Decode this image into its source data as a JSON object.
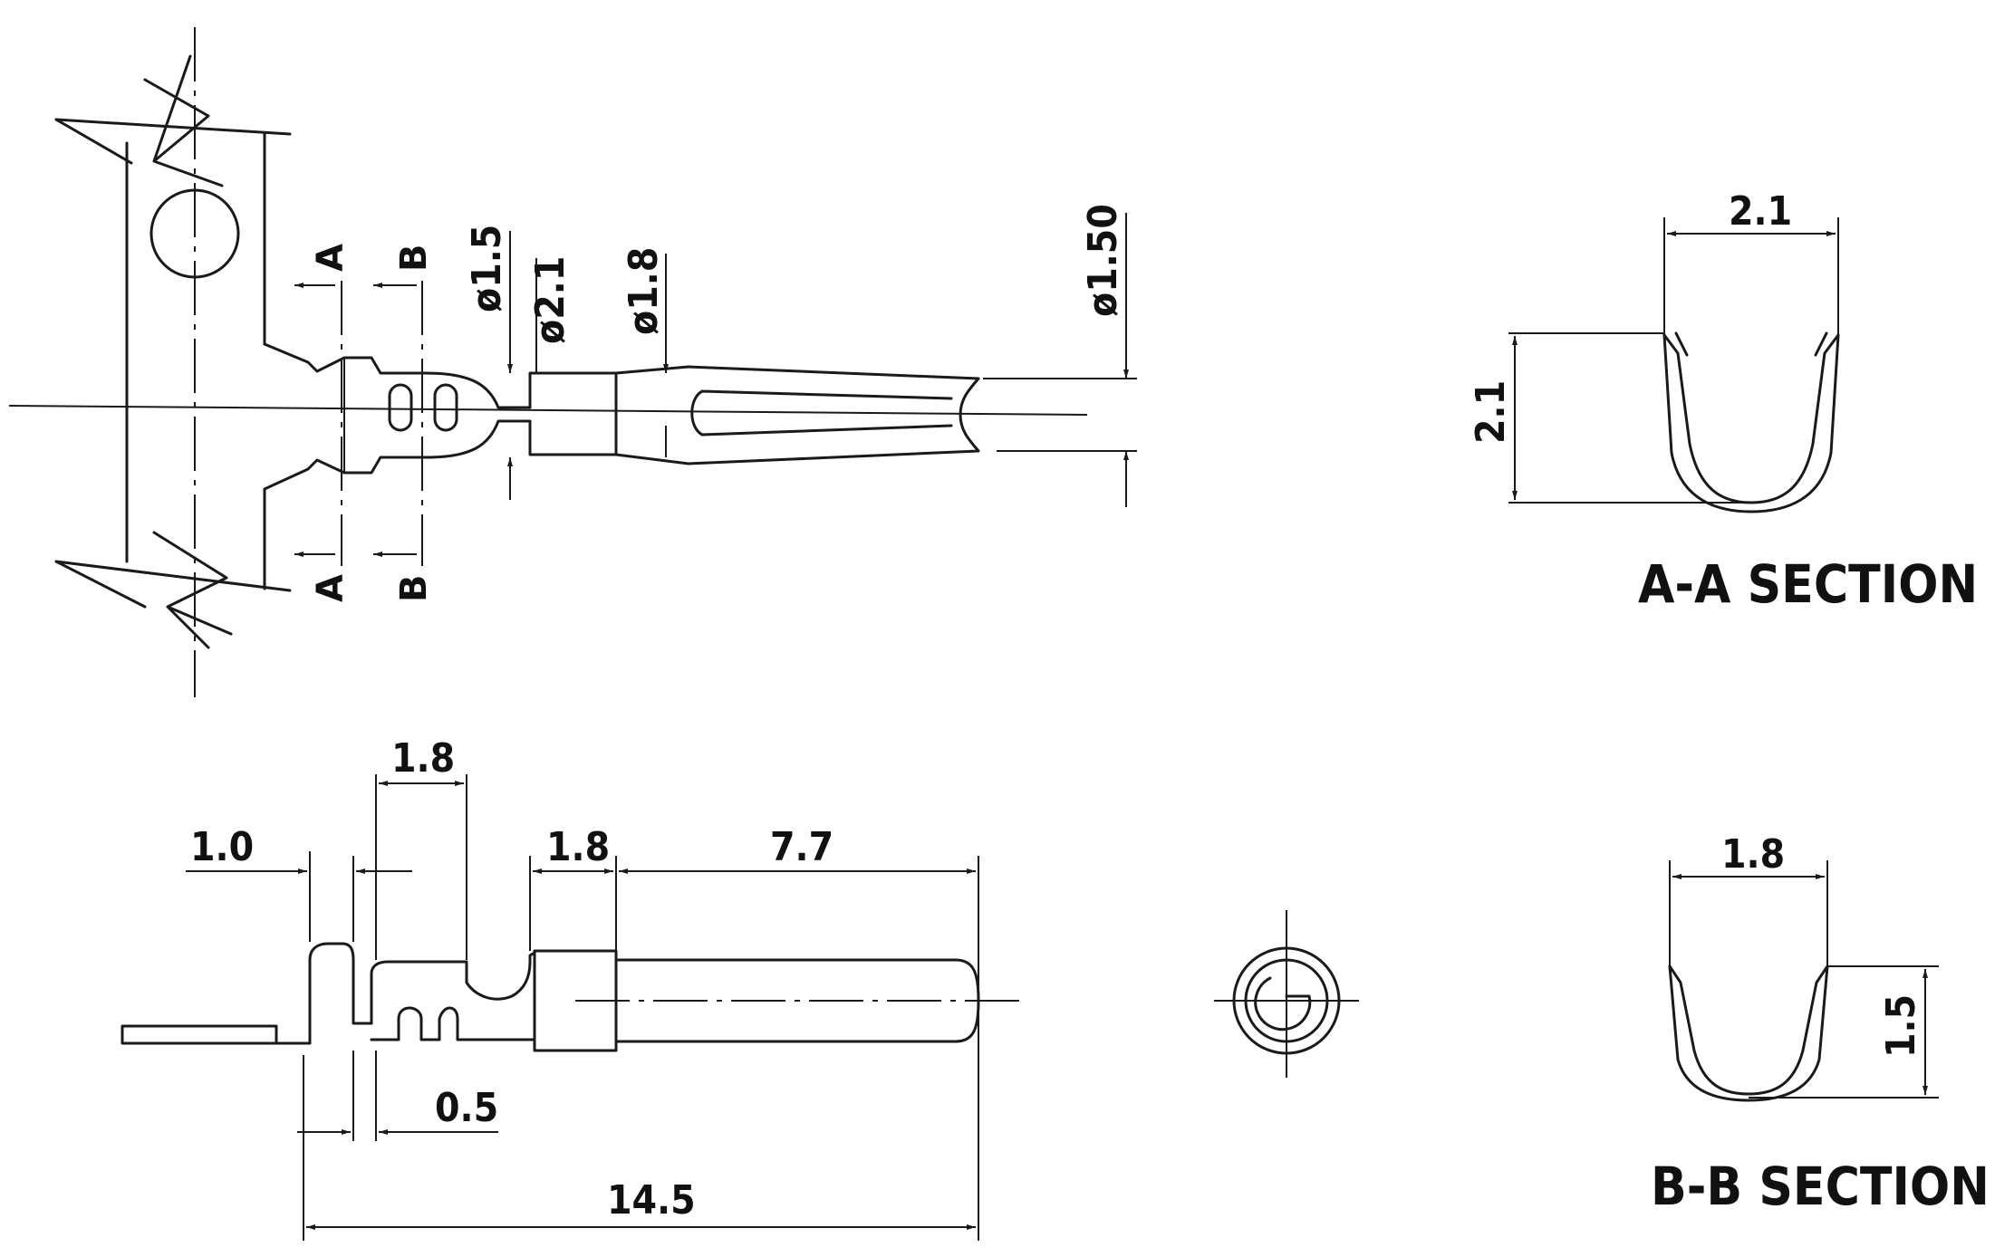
{
  "sections": {
    "aa_title": "A-A SECTION",
    "bb_title": "B-B SECTION"
  },
  "section_markers": {
    "a": "A",
    "b": "B"
  },
  "top_view": {
    "d_1_5": "ø1.5",
    "d_2_1": "ø2.1",
    "d_1_8": "ø1.8",
    "d_1_50": "ø1.50"
  },
  "aa_section": {
    "width": "2.1",
    "height": "2.1"
  },
  "bb_section": {
    "width": "1.8",
    "height": "1.5"
  },
  "side_view": {
    "dim_1_0": "1.0",
    "dim_1_8_top": "1.8",
    "dim_1_8_barrel": "1.8",
    "dim_7_7": "7.7",
    "dim_0_5": "0.5",
    "dim_14_5": "14.5"
  }
}
